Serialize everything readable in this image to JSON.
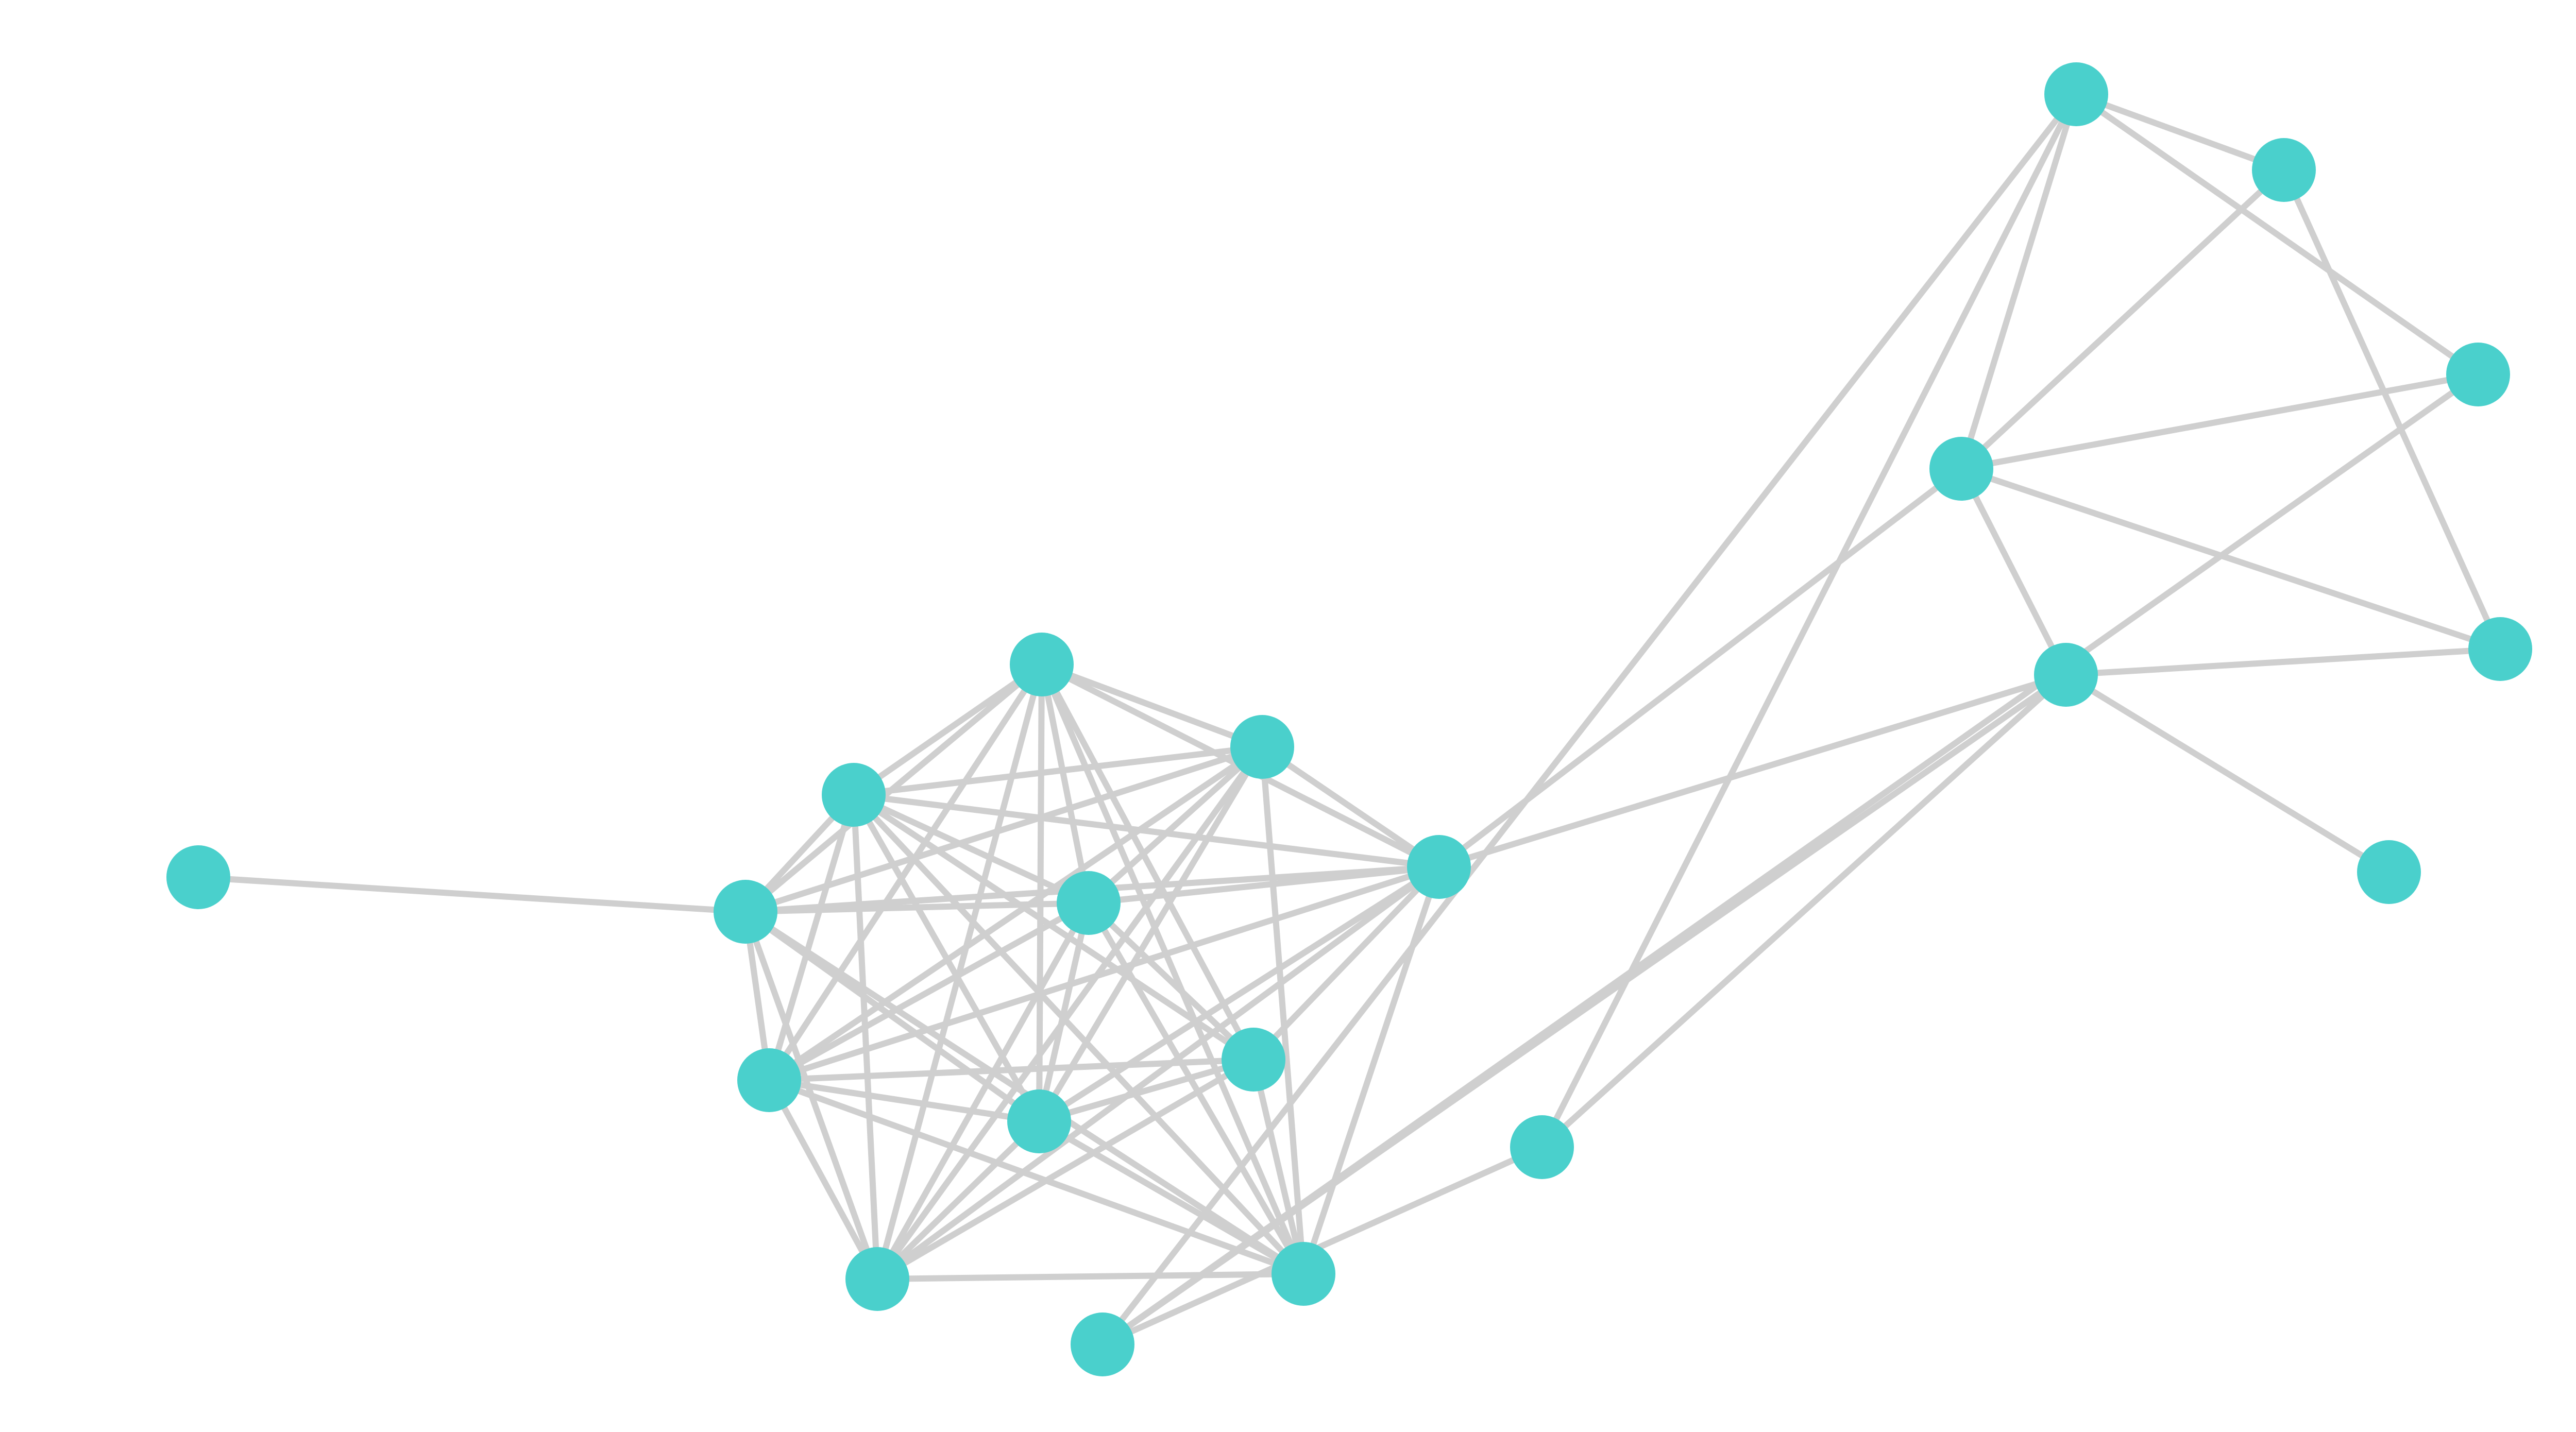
{
  "graph": {
    "type": "network",
    "colors": {
      "node": "#4ad0cc",
      "edge": "#cfcfcf",
      "background": "#ffffff"
    },
    "nodes": [
      {
        "id": 0
      },
      {
        "id": 1
      },
      {
        "id": 2
      },
      {
        "id": 3
      },
      {
        "id": 4
      },
      {
        "id": 5
      },
      {
        "id": 6
      },
      {
        "id": 7
      },
      {
        "id": 8
      },
      {
        "id": 9
      },
      {
        "id": 10
      },
      {
        "id": 11
      },
      {
        "id": 12
      },
      {
        "id": 13
      },
      {
        "id": 14
      },
      {
        "id": 15
      },
      {
        "id": 16
      },
      {
        "id": 17
      },
      {
        "id": 18
      },
      {
        "id": 19
      },
      {
        "id": 20
      }
    ],
    "edges": [
      [
        0,
        1
      ],
      [
        1,
        2
      ],
      [
        1,
        3
      ],
      [
        1,
        4
      ],
      [
        1,
        5
      ],
      [
        1,
        6
      ],
      [
        1,
        7
      ],
      [
        1,
        8
      ],
      [
        1,
        10
      ],
      [
        1,
        11
      ],
      [
        2,
        3
      ],
      [
        2,
        4
      ],
      [
        2,
        5
      ],
      [
        2,
        6
      ],
      [
        2,
        7
      ],
      [
        2,
        8
      ],
      [
        2,
        9
      ],
      [
        2,
        10
      ],
      [
        2,
        11
      ],
      [
        3,
        4
      ],
      [
        3,
        5
      ],
      [
        3,
        6
      ],
      [
        3,
        7
      ],
      [
        3,
        8
      ],
      [
        3,
        9
      ],
      [
        3,
        10
      ],
      [
        3,
        11
      ],
      [
        4,
        5
      ],
      [
        4,
        6
      ],
      [
        4,
        7
      ],
      [
        4,
        8
      ],
      [
        4,
        10
      ],
      [
        4,
        11
      ],
      [
        5,
        6
      ],
      [
        5,
        7
      ],
      [
        5,
        8
      ],
      [
        5,
        9
      ],
      [
        5,
        10
      ],
      [
        5,
        11
      ],
      [
        6,
        7
      ],
      [
        6,
        8
      ],
      [
        6,
        9
      ],
      [
        6,
        10
      ],
      [
        6,
        11
      ],
      [
        7,
        8
      ],
      [
        7,
        9
      ],
      [
        7,
        10
      ],
      [
        7,
        11
      ],
      [
        8,
        9
      ],
      [
        8,
        10
      ],
      [
        8,
        11
      ],
      [
        9,
        11
      ],
      [
        9,
        10
      ],
      [
        10,
        11
      ],
      [
        5,
        14
      ],
      [
        5,
        15
      ],
      [
        14,
        15
      ],
      [
        14,
        16
      ],
      [
        14,
        17
      ],
      [
        14,
        18
      ],
      [
        14,
        19
      ],
      [
        15,
        12
      ],
      [
        15,
        13
      ],
      [
        15,
        19
      ],
      [
        15,
        20
      ],
      [
        12,
        13
      ],
      [
        12,
        16
      ],
      [
        12,
        15
      ],
      [
        13,
        16
      ],
      [
        13,
        18
      ],
      [
        16,
        17
      ],
      [
        16,
        18
      ],
      [
        17,
        19
      ]
    ]
  }
}
